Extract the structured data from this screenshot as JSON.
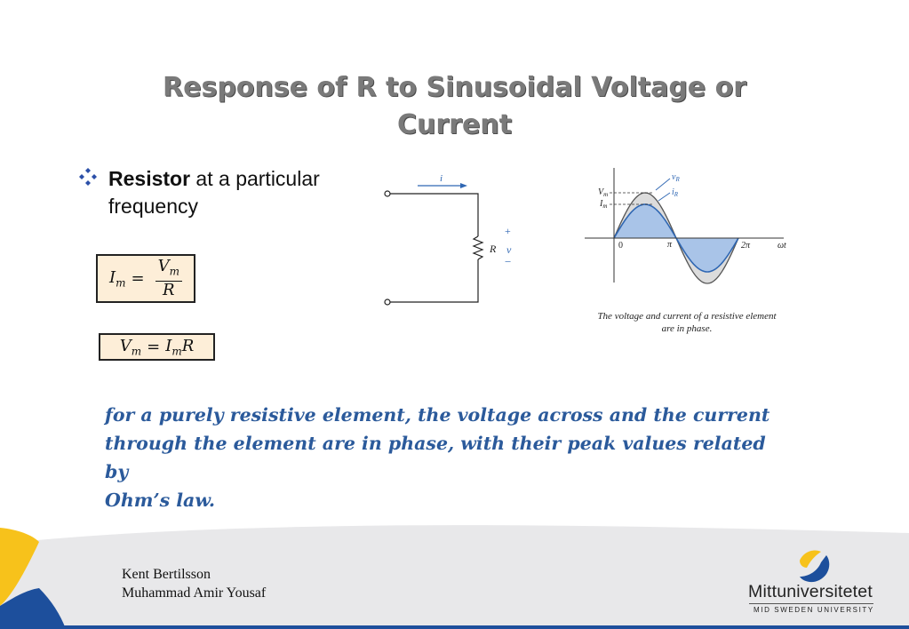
{
  "title": {
    "line1": "Response of R to Sinusoidal Voltage or",
    "line2": "Current"
  },
  "bullet": {
    "bold": "Resistor",
    "rest_line1": " at a particular",
    "rest_line2": "frequency"
  },
  "formulas": {
    "f1_lhs": "I",
    "f1_lhs_sub": "m",
    "f1_eq": "=",
    "f1_num": "V",
    "f1_num_sub": "m",
    "f1_den": "R",
    "f2_lhs": "V",
    "f2_lhs_sub": "m",
    "f2_eq": "=",
    "f2_rhs": "I",
    "f2_rhs_sub": "m",
    "f2_rhs_r": "R"
  },
  "circuit": {
    "current_label": "i",
    "resistor_label": "R",
    "plus": "+",
    "voltage_label": "v",
    "minus": "−"
  },
  "graph": {
    "vm_label": "V",
    "vm_sub": "m",
    "im_label": "I",
    "im_sub": "m",
    "vr_label": "v",
    "vr_sub": "R",
    "ir_label": "i",
    "ir_sub": "R",
    "tick_0": "0",
    "tick_pi": "π",
    "tick_2pi": "2π",
    "axis_label": "ωt",
    "colors": {
      "voltage": "#555555",
      "current": "#2f67b3",
      "fill": "#a9c4e8"
    }
  },
  "caption": {
    "line1": "The voltage and current of a resistive element",
    "line2": "are in phase."
  },
  "note": {
    "line1": "for a purely resistive element, the voltage across and the current",
    "line2": "through the element are in phase, with their peak values related by",
    "line3": "Ohm’s law."
  },
  "authors": [
    "Kent Bertilsson",
    "Muhammad Amir Yousaf"
  ],
  "logo": {
    "name": "Mittuniversitetet",
    "subtitle": "MID SWEDEN UNIVERSITY",
    "colors": {
      "yellow": "#f7c21b",
      "blue": "#1d4f9c"
    }
  }
}
